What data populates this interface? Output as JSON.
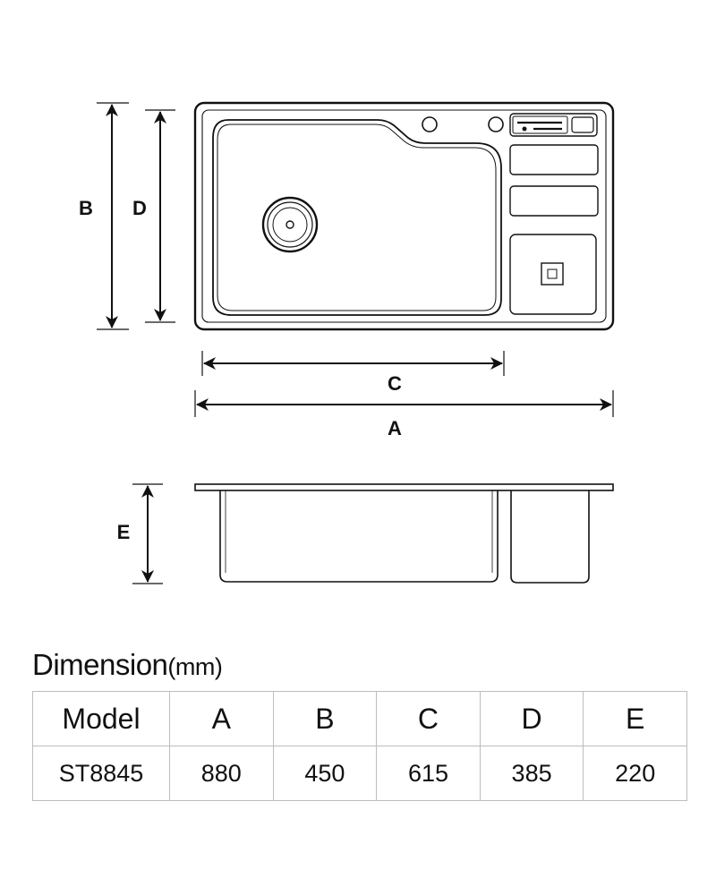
{
  "labels": {
    "a": "A",
    "b": "B",
    "c": "C",
    "d": "D",
    "e": "E"
  },
  "table": {
    "title": "Dimension",
    "unit": "(mm)",
    "headers": [
      "Model",
      "A",
      "B",
      "C",
      "D",
      "E"
    ],
    "row": [
      "ST8845",
      "880",
      "450",
      "615",
      "385",
      "220"
    ]
  },
  "colors": {
    "line": "#111111",
    "grid": "#bdbdbd"
  }
}
